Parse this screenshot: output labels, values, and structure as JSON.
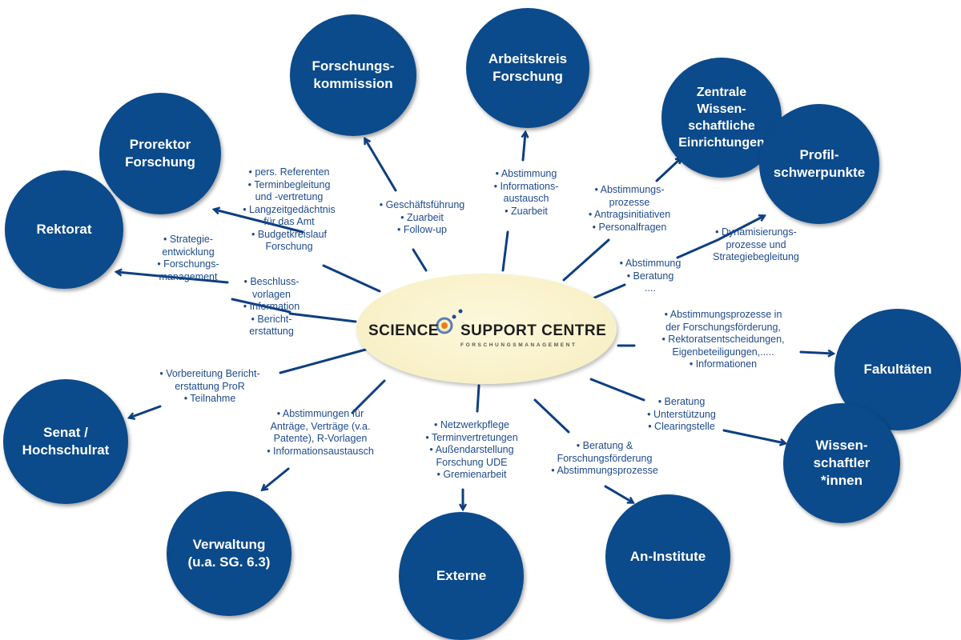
{
  "colors": {
    "node_fill": "#0b4a8b",
    "node_text": "#ffffff",
    "connector": "#0e3f80",
    "label_text": "#1e4a8c",
    "hub_fill": "#f8f0c8",
    "logo_orange": "#f07a1a",
    "logo_blue": "#1a4a9a"
  },
  "hub": {
    "title_left": "SCIENCE",
    "title_right": "SUPPORT CENTRE",
    "subtitle": "FORSCHUNGSMANAGEMENT"
  },
  "nodes": [
    {
      "id": "rektorat",
      "label": "Rektorat"
    },
    {
      "id": "prorektor",
      "label": "Prorektor\nForschung"
    },
    {
      "id": "forschungskommission",
      "label": "Forschungs-\nkommission"
    },
    {
      "id": "arbeitskreis",
      "label": "Arbeitskreis\nForschung"
    },
    {
      "id": "zentrale",
      "label": "Zentrale\nWissen-\nschaftliche\nEinrichtungen"
    },
    {
      "id": "profil",
      "label": "Profil-\nschwerpunkte"
    },
    {
      "id": "fakultaeten",
      "label": "Fakultäten"
    },
    {
      "id": "wissenschaftler",
      "label": "Wissen-\nschaftler\n*innen"
    },
    {
      "id": "an-institute",
      "label": "An-Institute"
    },
    {
      "id": "externe",
      "label": "Externe"
    },
    {
      "id": "verwaltung",
      "label": "Verwaltung\n(u.a. SG. 6.3)"
    },
    {
      "id": "senat",
      "label": "Senat /\nHochschulrat"
    }
  ],
  "labels": {
    "prorektor": "• pers. Referenten\n• Terminbegleitung\nund -vertretung\n• Langzeitgedächtnis\nfür das Amt\n• Budgetkreislauf\nForschung",
    "rektorat": "• Strategie-\nentwicklung\n• Forschungs-\nmanagement",
    "rektorat2": "• Beschluss-\nvorlagen\n• Information\n• Bericht-\nerstattung",
    "forschungskommission": "• Geschäftsführung\n• Zuarbeit\n• Follow-up",
    "arbeitskreis": "• Abstimmung\n• Informations-\naustausch\n• Zuarbeit",
    "zentrale": "• Abstimmungs-\nprozesse\n• Antragsinitiativen\n• Personalfragen",
    "profil_a": "• Abstimmung\n• Beratung\n....",
    "profil_b": "• Dynamisierungs-\nprozesse und\nStrategiebegleitung",
    "fakultaeten": "• Abstimmungsprozesse in\nder Forschungsförderung,\n• Rektoratsentscheidungen,\nEigenbeteiligungen,.....\n• Informationen",
    "wissenschaftler": "• Beratung\n• Unterstützung\n• Clearingstelle",
    "an-institute": "• Beratung &\nForschungsförderung\n• Abstimmungsprozesse",
    "externe": "• Netzwerkpflege\n• Terminvertretungen\n• Außendarstellung\nForschung UDE\n• Gremienarbeit",
    "verwaltung": "• Abstimmungen für\nAnträge, Verträge (v.a.\nPatente), R-Vorlagen\n• Informationsaustausch",
    "senat": "• Vorbereitung Bericht-\nerstattung ProR\n• Teilnahme"
  }
}
